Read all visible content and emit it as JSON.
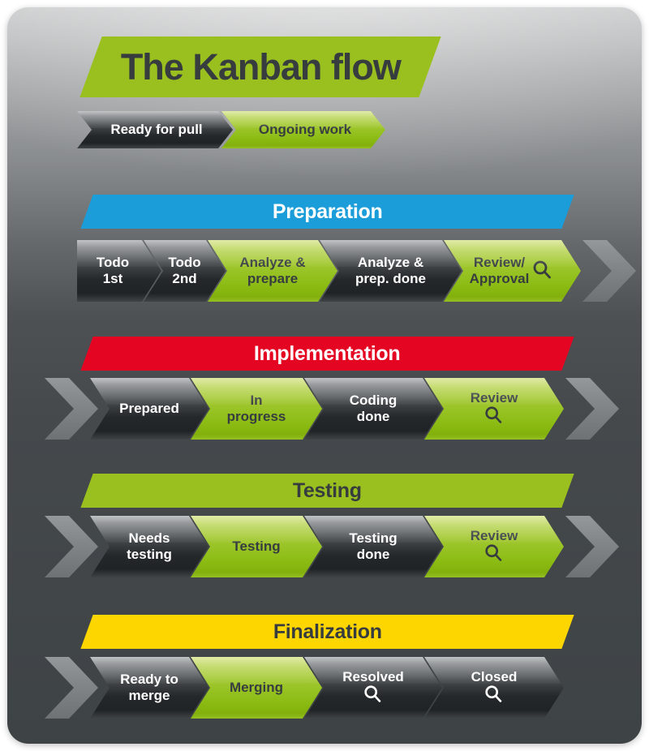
{
  "title": "The Kanban flow",
  "legend": {
    "ready_label": "Ready for pull",
    "ongoing_label": "Ongoing work"
  },
  "colors": {
    "title_banner_green": "#9ac01f",
    "ongoing_arrow_green": "#9cc52a",
    "ready_arrow_dark": "#2c3033",
    "preparation_banner_blue": "#1a9dd9",
    "implementation_banner_red": "#e30522",
    "testing_banner_green": "#9ac01f",
    "finalization_banner_yellow": "#fdd600",
    "background_dark": "#42474a",
    "chevron_gray": "#82868a",
    "dark_text": "#373c3f",
    "light_text": "#ffffff"
  },
  "icons": {
    "magnifier": "magnifier-icon",
    "chevron": "flow-chevron-icon"
  },
  "sections": [
    {
      "label": "Preparation",
      "steps": [
        {
          "name": "todo-1st",
          "lines": [
            "Todo",
            "1st"
          ],
          "state": "ready",
          "magnifier": false
        },
        {
          "name": "todo-2nd",
          "lines": [
            "Todo",
            "2nd"
          ],
          "state": "ready",
          "magnifier": false
        },
        {
          "name": "analyze-prepare",
          "lines": [
            "Analyze &",
            "prepare"
          ],
          "state": "ongoing",
          "magnifier": false
        },
        {
          "name": "analyze-prep-done",
          "lines": [
            "Analyze &",
            "prep. done"
          ],
          "state": "ready",
          "magnifier": false
        },
        {
          "name": "review-approval",
          "lines": [
            "Review/",
            "Approval"
          ],
          "state": "ongoing",
          "magnifier": true
        }
      ]
    },
    {
      "label": "Implementation",
      "steps": [
        {
          "name": "prepared",
          "lines": [
            "Prepared"
          ],
          "state": "ready",
          "magnifier": false
        },
        {
          "name": "in-progress",
          "lines": [
            "In",
            "progress"
          ],
          "state": "ongoing",
          "magnifier": false
        },
        {
          "name": "coding-done",
          "lines": [
            "Coding",
            "done"
          ],
          "state": "ready",
          "magnifier": false
        },
        {
          "name": "review",
          "lines": [
            "Review"
          ],
          "state": "ongoing",
          "magnifier": true
        }
      ]
    },
    {
      "label": "Testing",
      "steps": [
        {
          "name": "needs-testing",
          "lines": [
            "Needs",
            "testing"
          ],
          "state": "ready",
          "magnifier": false
        },
        {
          "name": "testing",
          "lines": [
            "Testing"
          ],
          "state": "ongoing",
          "magnifier": false
        },
        {
          "name": "testing-done",
          "lines": [
            "Testing",
            "done"
          ],
          "state": "ready",
          "magnifier": false
        },
        {
          "name": "review",
          "lines": [
            "Review"
          ],
          "state": "ongoing",
          "magnifier": true
        }
      ]
    },
    {
      "label": "Finalization",
      "steps": [
        {
          "name": "ready-to-merge",
          "lines": [
            "Ready to",
            "merge"
          ],
          "state": "ready",
          "magnifier": false
        },
        {
          "name": "merging",
          "lines": [
            "Merging"
          ],
          "state": "ongoing",
          "magnifier": false
        },
        {
          "name": "resolved",
          "lines": [
            "Resolved"
          ],
          "state": "ready",
          "magnifier": true
        },
        {
          "name": "closed",
          "lines": [
            "Closed"
          ],
          "state": "ready",
          "magnifier": true
        }
      ]
    }
  ]
}
